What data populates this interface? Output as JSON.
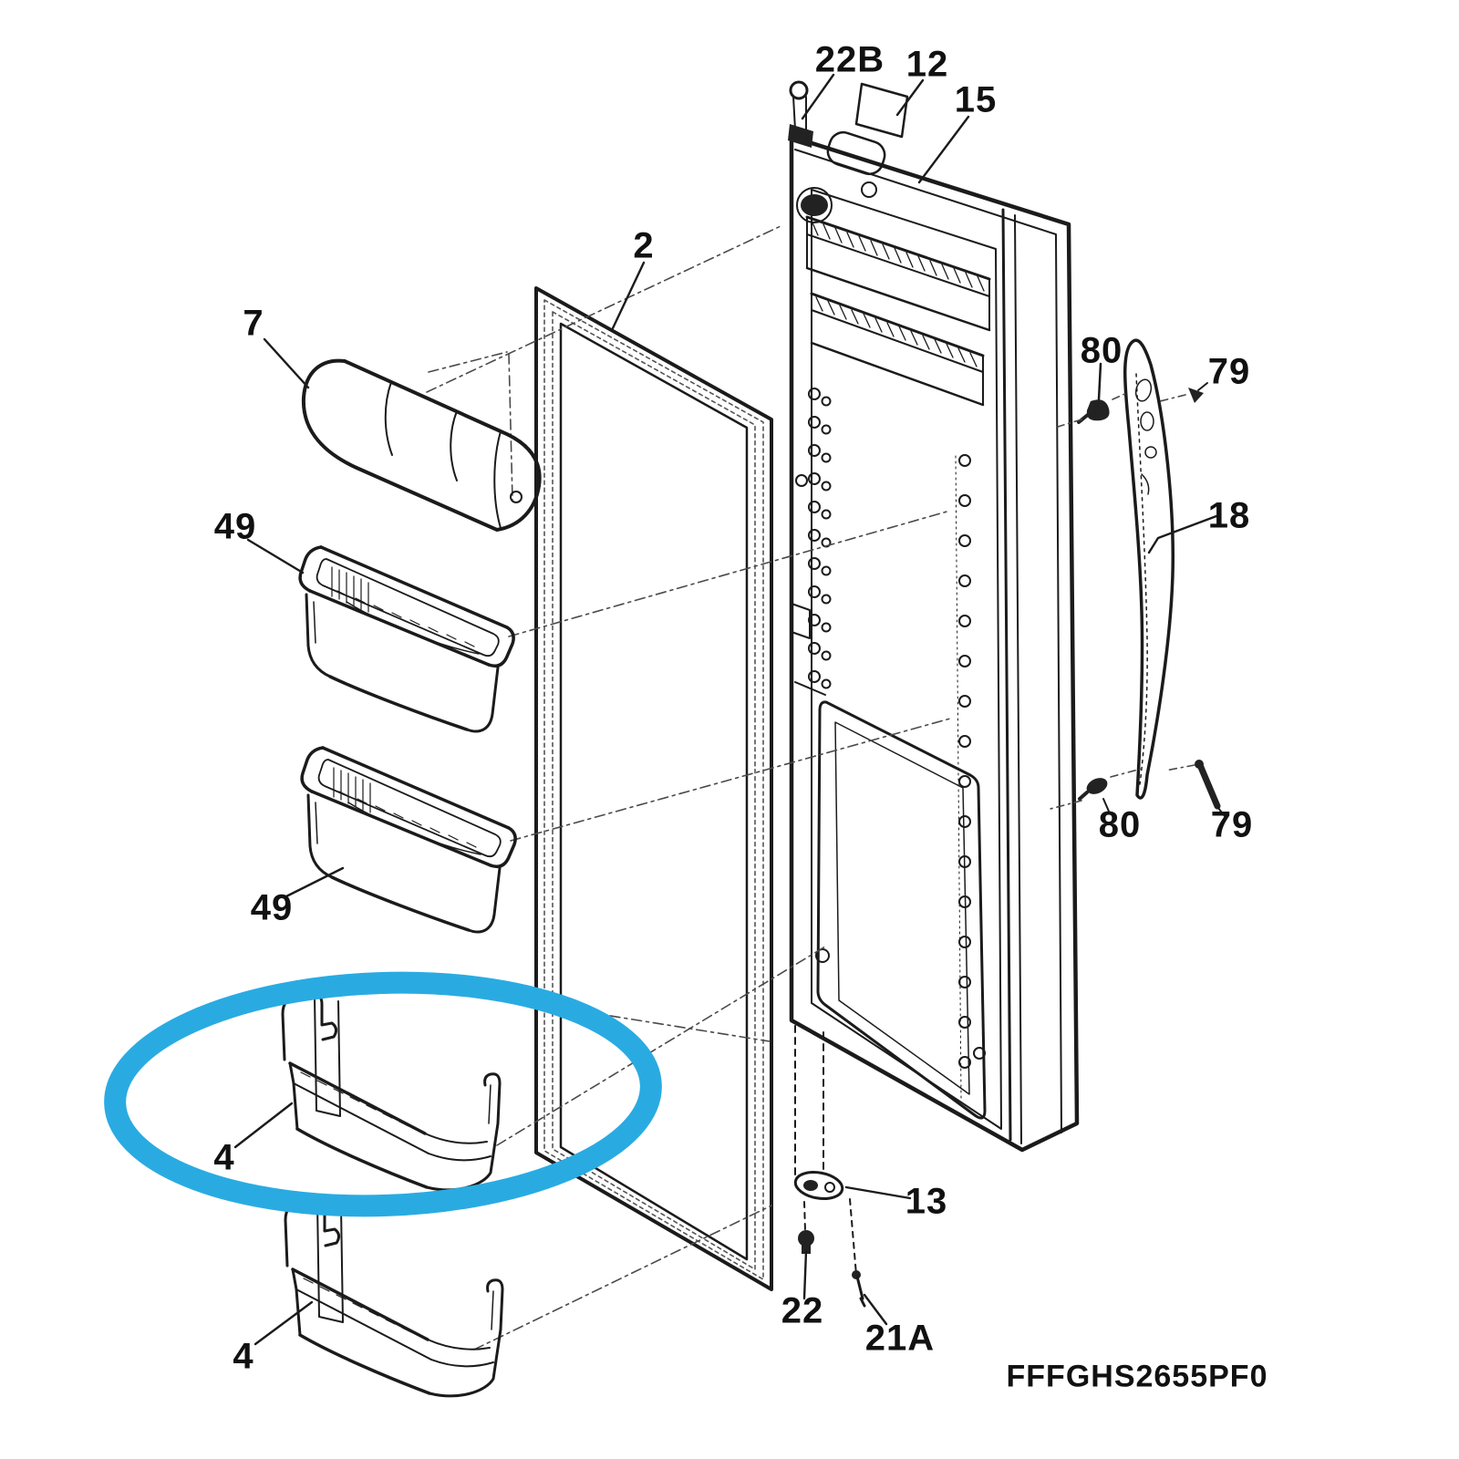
{
  "diagram": {
    "type": "exploded-parts-diagram",
    "subject": "refrigerator-door",
    "model_code": "FFFGHS2655PF0",
    "colors": {
      "line": "#1b1b1b",
      "background": "#ffffff",
      "highlight": "#29ABE2"
    },
    "highlight": {
      "shape": "ellipse",
      "color": "#29ABE2",
      "circled_label": "4"
    },
    "part_labels": [
      {
        "id": "22B",
        "text": "22B"
      },
      {
        "id": "12",
        "text": "12"
      },
      {
        "id": "15",
        "text": "15"
      },
      {
        "id": "7",
        "text": "7"
      },
      {
        "id": "49-upper",
        "text": "49"
      },
      {
        "id": "49-lower",
        "text": "49"
      },
      {
        "id": "4-highlighted",
        "text": "4"
      },
      {
        "id": "4-bottom",
        "text": "4"
      },
      {
        "id": "2",
        "text": "2"
      },
      {
        "id": "80-top",
        "text": "80"
      },
      {
        "id": "79-top",
        "text": "79"
      },
      {
        "id": "18",
        "text": "18"
      },
      {
        "id": "80-bottom",
        "text": "80"
      },
      {
        "id": "79-bottom",
        "text": "79"
      },
      {
        "id": "13",
        "text": "13"
      },
      {
        "id": "22",
        "text": "22"
      },
      {
        "id": "21A",
        "text": "21A"
      }
    ]
  }
}
